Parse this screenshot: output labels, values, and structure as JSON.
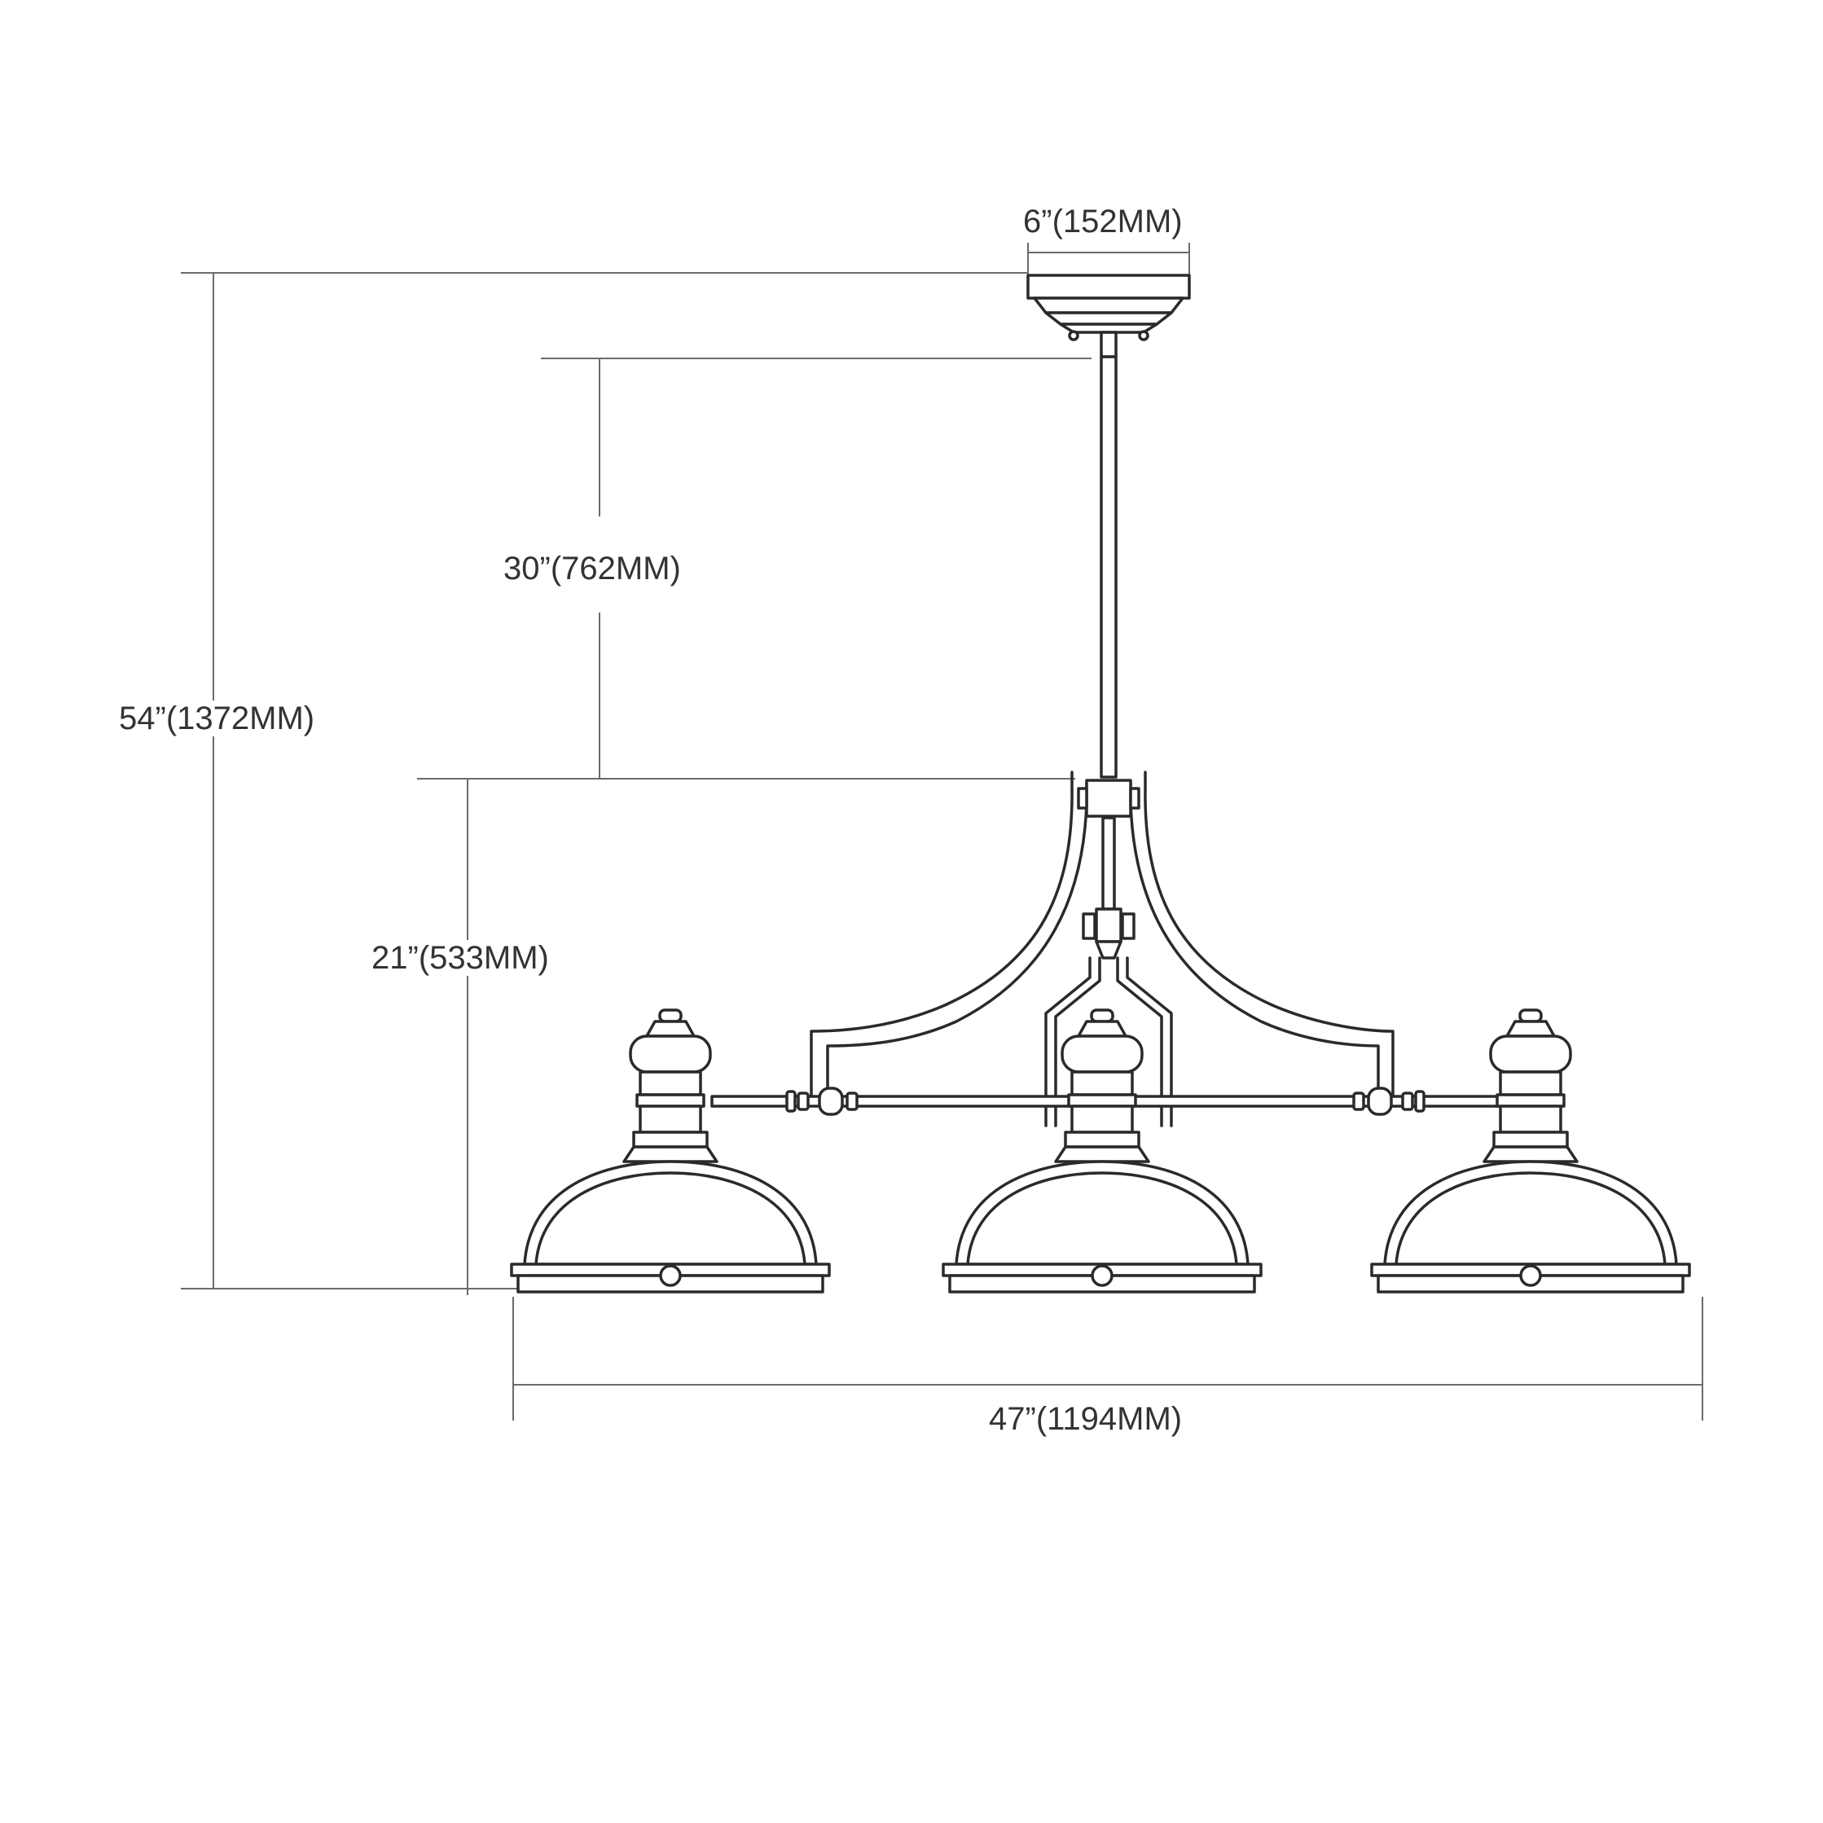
{
  "dimensions": {
    "canopy_width": "6”(152MM)",
    "rod_length": "30”(762MM)",
    "overall_height": "54”(1372MM)",
    "fixture_height": "21”(533MM)",
    "overall_width": "47”(1194MM)"
  },
  "colors": {
    "line": "#2a2a2a",
    "dimension_line": "#6b6b6b",
    "text": "#333333",
    "background": "#ffffff"
  }
}
